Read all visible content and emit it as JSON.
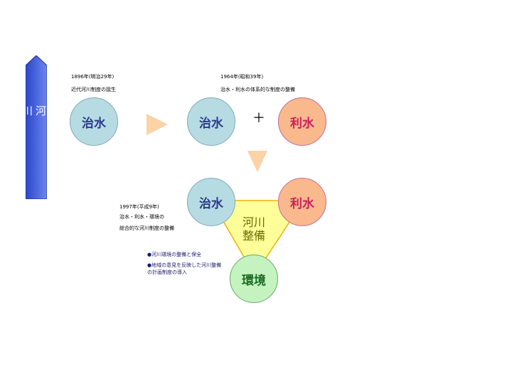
{
  "side_label": "河川法改正の流れ",
  "stage1": {
    "year": "1896年(明治29年)",
    "caption": "近代河川制度の誕生",
    "circle": "治水"
  },
  "stage2": {
    "year": "1964年(昭和39年)",
    "caption": "治水・利水の体系的な制度の整備",
    "circle_left": "治水",
    "plus": "＋",
    "circle_right": "利水"
  },
  "stage3": {
    "year": "1997年(平成9年)",
    "caption_line1": "治水・利水・環境の",
    "caption_line2": "総合的な河川制度の整備",
    "circle_top_left": "治水",
    "circle_top_right": "利水",
    "circle_bottom": "環境",
    "center_line1": "河川",
    "center_line2": "整備",
    "notes": [
      "●河川環境の整備と保全",
      "●地域の意見を反映した河川整備",
      "の計画制度の導入"
    ]
  },
  "colors": {
    "side_tab": "#3b5bd6",
    "arrow": "#fcd2a6",
    "triangle_fill": "#ffff99",
    "triangle_edge": "#f5b000"
  }
}
